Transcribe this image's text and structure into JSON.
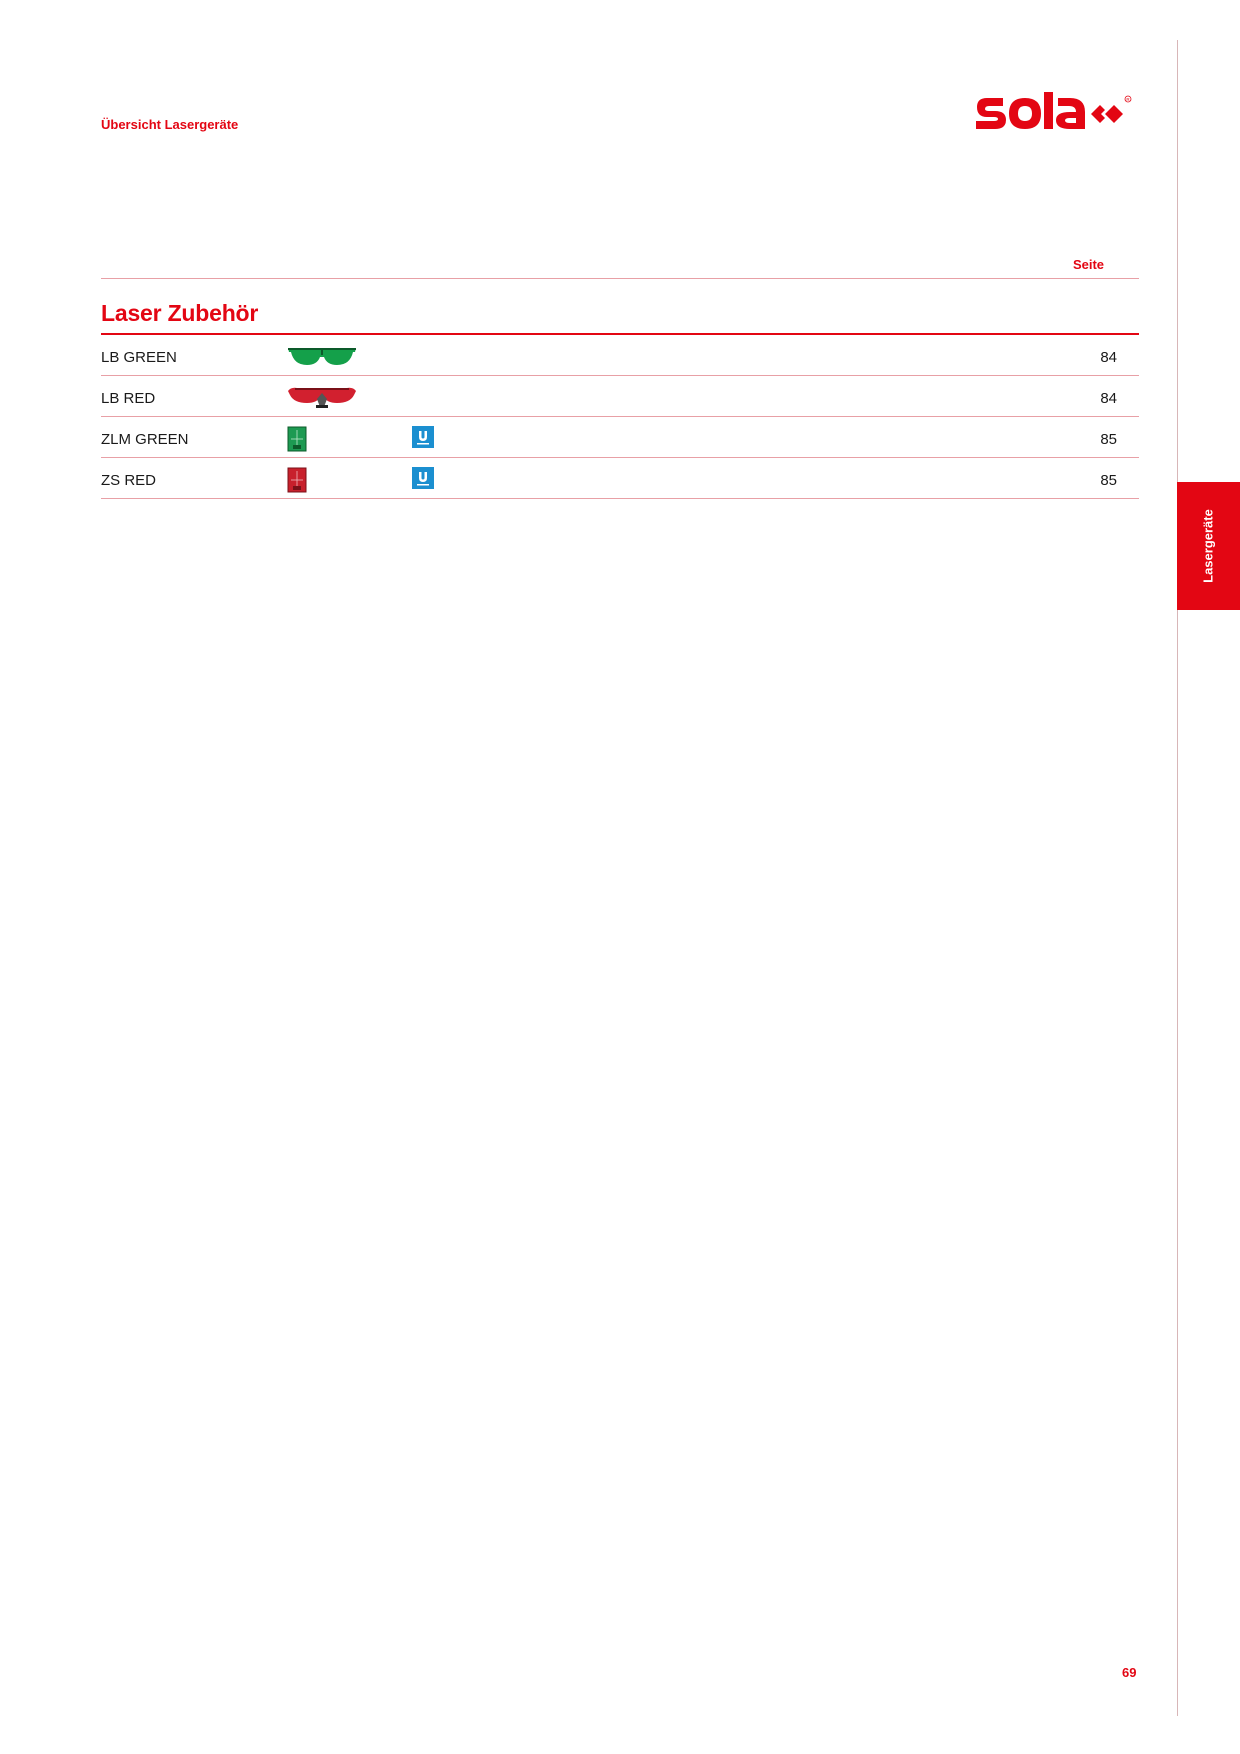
{
  "header": {
    "section_label": "Übersicht Lasergeräte",
    "brand": "sola"
  },
  "side_tab": {
    "label": "Lasergeräte"
  },
  "table": {
    "page_column_header": "Seite",
    "group_title": "Laser Zubehör",
    "rows": [
      {
        "name": "LB GREEN",
        "image": "green-laser-glasses",
        "badge": null,
        "page": "84"
      },
      {
        "name": "LB RED",
        "image": "red-laser-glasses",
        "badge": null,
        "page": "84"
      },
      {
        "name": "ZLM GREEN",
        "image": "green-target-plate",
        "badge": "magnet-badge",
        "page": "85"
      },
      {
        "name": "ZS RED",
        "image": "red-target-plate",
        "badge": "magnet-badge",
        "page": "85"
      }
    ]
  },
  "footer": {
    "page_number": "69"
  },
  "colors": {
    "accent": "#e30613",
    "rule": "#e8a0a6",
    "badge": "#1b8fd0",
    "glasses_green": "#14a04a",
    "glasses_red": "#d2202f"
  }
}
